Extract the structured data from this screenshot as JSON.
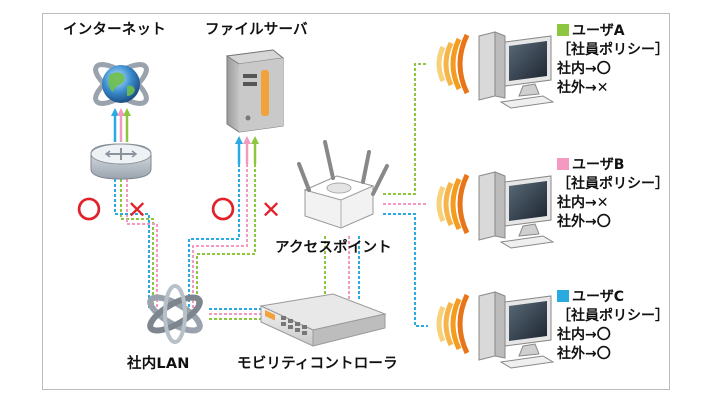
{
  "labels": {
    "internet": "インターネット",
    "file_server": "ファイルサーバ",
    "access_point": "アクセスポイント",
    "lan": "社内LAN",
    "controller": "モビリティコントローラ"
  },
  "marks": {
    "allow": "〇",
    "deny": "✕"
  },
  "users": [
    {
      "name": "ユーザA",
      "policy": "［社員ポリシー］",
      "inside": "社内→〇",
      "outside": "社外→✕",
      "color": "#8dc63f"
    },
    {
      "name": "ユーザB",
      "policy": "［社員ポリシー］",
      "inside": "社内→✕",
      "outside": "社外→〇",
      "color": "#f49ac1"
    },
    {
      "name": "ユーザC",
      "policy": "［社員ポリシー］",
      "inside": "社内→〇",
      "outside": "社外→〇",
      "color": "#29abe2"
    }
  ],
  "colors": {
    "green": "#8dc63f",
    "pink": "#f49ac1",
    "blue": "#29abe2",
    "mark_red": "#e2222b",
    "wave_orange": "#f39c1e"
  }
}
